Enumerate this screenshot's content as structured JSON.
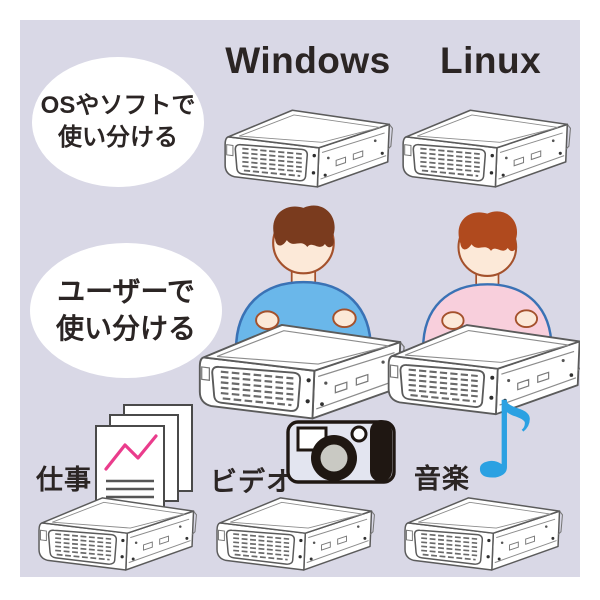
{
  "illustration_title": "hdd-enclosure-use-cases",
  "row_os": {
    "bubble": {
      "line1": "OSやソフトで",
      "line2": "使い分ける"
    },
    "labels": {
      "windows": "Windows",
      "linux": "Linux"
    }
  },
  "row_user": {
    "bubble": {
      "line1": "ユーザーで",
      "line2": "使い分ける"
    }
  },
  "row_content": {
    "work_label": "仕事",
    "video_label": "ビデオ",
    "music_label": "音楽",
    "music_note_glyph": "♪"
  },
  "icons": {
    "drive": "removable-hdd-enclosure",
    "person_left": "user-blue-shirt",
    "person_right": "user-pink-shirt",
    "documents": "document-stack-with-chart",
    "camera": "video-camera",
    "note": "music-note"
  },
  "colors": {
    "panel_background": "#d9d8e6",
    "page_background": "#ffffff",
    "text": "#2b2524",
    "line_art": "#5b5b5b",
    "music_note_blue": "#2ba1e2",
    "chart_line_pink": "#ea3c8c",
    "shirt_blue": "#6ab7ea",
    "shirt_pink": "#f8cfdc",
    "shirt_outline_blue": "#3a72b5",
    "hair_brown": "#7a3b1e",
    "hair_red": "#b04a1e",
    "skin": "#fce9d8",
    "camera_body": "#e3e5f0",
    "camera_dark": "#1f1712"
  }
}
